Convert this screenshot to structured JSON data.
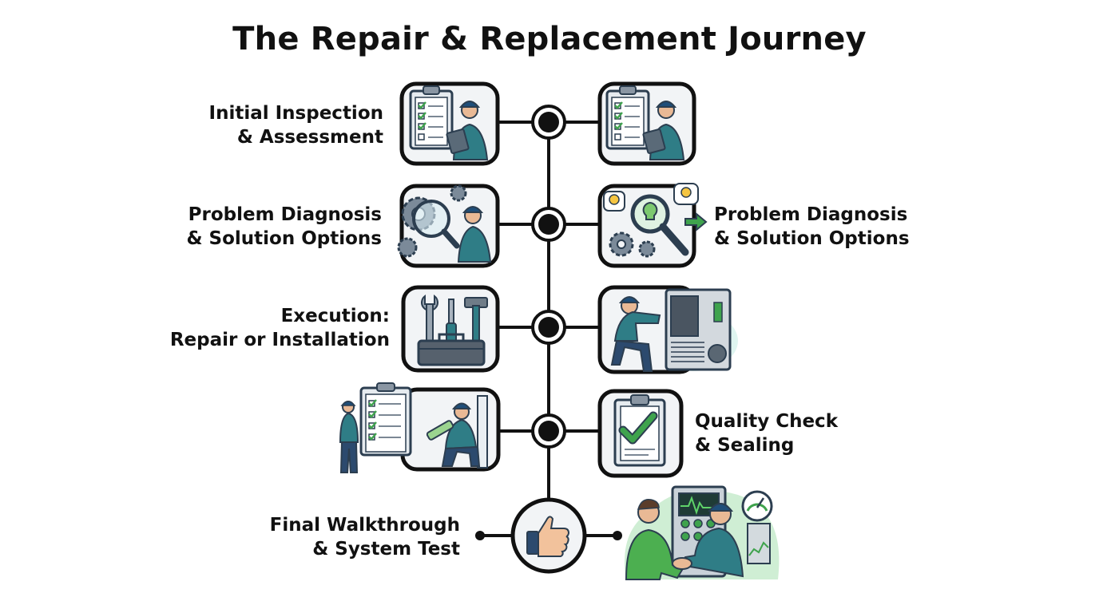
{
  "title": "The Repair & Replacement Journey",
  "steps": [
    {
      "line1": "Initial Inspection",
      "line2": "& Assessment",
      "left_icon": "clipboard-technician-icon",
      "right_icon": "clipboard-technician-icon"
    },
    {
      "line1": "Problem Diagnosis",
      "line2": "& Solution Options",
      "left_icon": "gears-magnifier-technician-icon",
      "right_icon": "magnifier-lightbulb-gears-icon",
      "right_line1": "Problem Diagnosis",
      "right_line2": "& Solution Options"
    },
    {
      "line1": "Execution:",
      "line2": "Repair or Installation",
      "left_icon": "tools-toolbox-icon",
      "right_icon": "technician-servicing-unit-icon"
    },
    {
      "line1": "Quality Check",
      "line2": "& Sealing",
      "left_icon": "checklist-technician-caulking-icon",
      "right_icon": "clipboard-checkmark-icon"
    },
    {
      "line1": "Final Walkthrough",
      "line2": "& System Test",
      "center_icon": "thumbs-up-icon",
      "right_icon": "handshake-system-test-icon"
    }
  ],
  "colors": {
    "ink": "#111111",
    "teal": "#2f7d86",
    "navy": "#2c4a6e",
    "green": "#3fa34d",
    "light_green": "#bfe8c4",
    "gray": "#9aa3ab"
  }
}
